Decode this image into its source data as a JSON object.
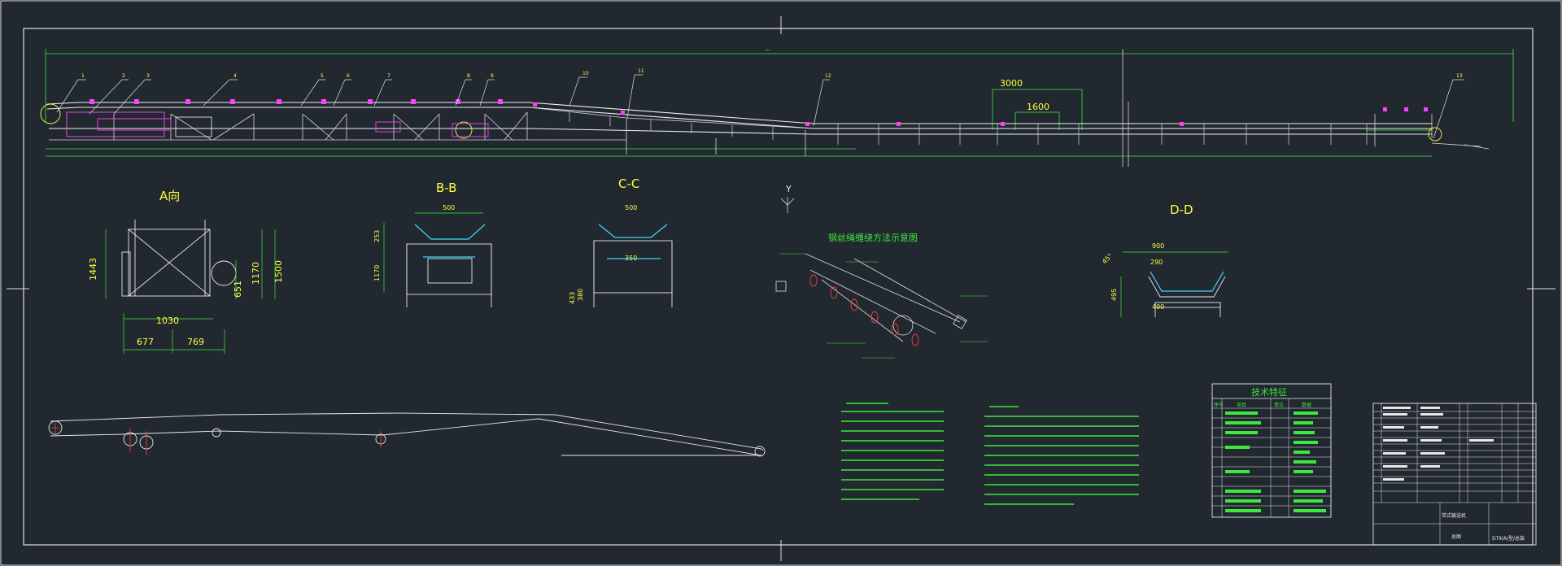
{
  "drawing": {
    "views": {
      "a": "A向",
      "b": "B-B",
      "c": "C-C",
      "d": "D-D"
    },
    "dims_main": {
      "d3000": "3000",
      "d1600": "1600"
    },
    "dims_a": {
      "w1030": "1030",
      "w677": "677",
      "w769": "769",
      "h1443": "1443",
      "h1170": "1170",
      "h1500": "1500",
      "h651": "651"
    },
    "dims_b": {
      "w500": "500",
      "h1170": "1170",
      "h253": "253"
    },
    "dims_c": {
      "w500": "500",
      "w350": "350",
      "h380": "380",
      "h433": "433"
    },
    "dims_d": {
      "w900": "900",
      "w290": "290",
      "w490": "490",
      "h495": "495",
      "a45": "45°"
    },
    "rope_title": "钢丝绳缠绕方法示意图",
    "axis_y": "Y",
    "param_title": "技术特征",
    "param_header": [
      "序号",
      "项目",
      "单位",
      "数据"
    ],
    "title_block": {
      "name": "带式输送机",
      "scale": "总图",
      "code": "DTⅡ(A)型/总装"
    }
  }
}
